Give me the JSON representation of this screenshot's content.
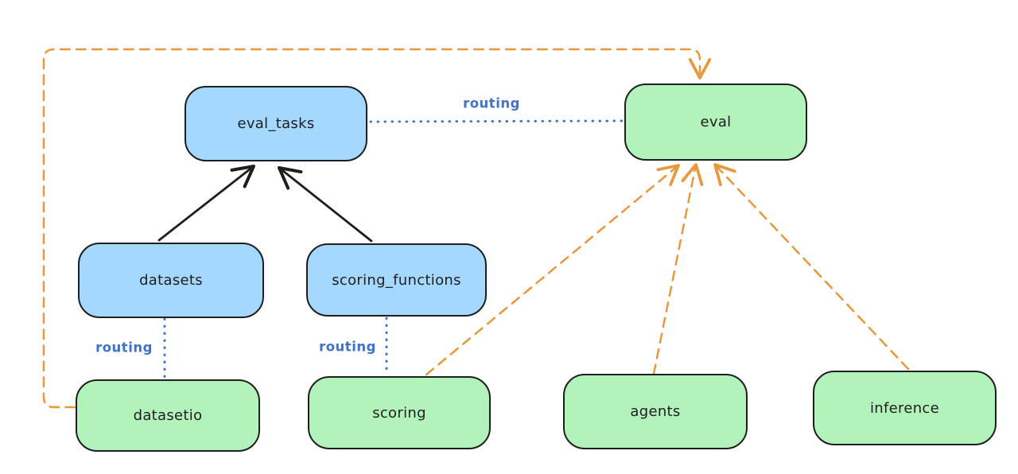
{
  "colors": {
    "canvas_bg": "#ffffff",
    "box_border": "#1e1e1e",
    "blue_fill": "#a5d8ff",
    "green_fill": "#b2f2bb",
    "routing_blue": "#3f72c8",
    "provider_orange": "#e8973c",
    "arrow_black": "#1e1e1e"
  },
  "labels": {
    "routing": "routing"
  },
  "nodes": {
    "eval_tasks": {
      "label": "eval_tasks",
      "fill": "#a5d8ff"
    },
    "eval": {
      "label": "eval",
      "fill": "#b2f2bb"
    },
    "datasets": {
      "label": "datasets",
      "fill": "#a5d8ff"
    },
    "scoring_functions": {
      "label": "scoring_functions",
      "fill": "#a5d8ff"
    },
    "datasetio": {
      "label": "datasetio",
      "fill": "#b2f2bb"
    },
    "scoring": {
      "label": "scoring",
      "fill": "#b2f2bb"
    },
    "agents": {
      "label": "agents",
      "fill": "#b2f2bb"
    },
    "inference": {
      "label": "inference",
      "fill": "#b2f2bb"
    }
  },
  "edges": [
    {
      "from": "datasets",
      "to": "eval_tasks",
      "style": "solid-arrow",
      "color": "#1e1e1e"
    },
    {
      "from": "scoring_functions",
      "to": "eval_tasks",
      "style": "solid-arrow",
      "color": "#1e1e1e"
    },
    {
      "from": "eval_tasks",
      "to": "eval",
      "style": "dotted",
      "color": "#3f72c8",
      "label": "routing"
    },
    {
      "from": "datasets",
      "to": "datasetio",
      "style": "dotted",
      "color": "#3f72c8",
      "label": "routing"
    },
    {
      "from": "scoring_functions",
      "to": "scoring",
      "style": "dotted",
      "color": "#3f72c8",
      "label": "routing"
    },
    {
      "from": "datasetio",
      "to": "eval",
      "style": "dashed-arrow",
      "color": "#e8973c"
    },
    {
      "from": "scoring",
      "to": "eval",
      "style": "dashed-arrow",
      "color": "#e8973c"
    },
    {
      "from": "agents",
      "to": "eval",
      "style": "dashed-arrow",
      "color": "#e8973c"
    },
    {
      "from": "inference",
      "to": "eval",
      "style": "dashed-arrow",
      "color": "#e8973c"
    }
  ]
}
